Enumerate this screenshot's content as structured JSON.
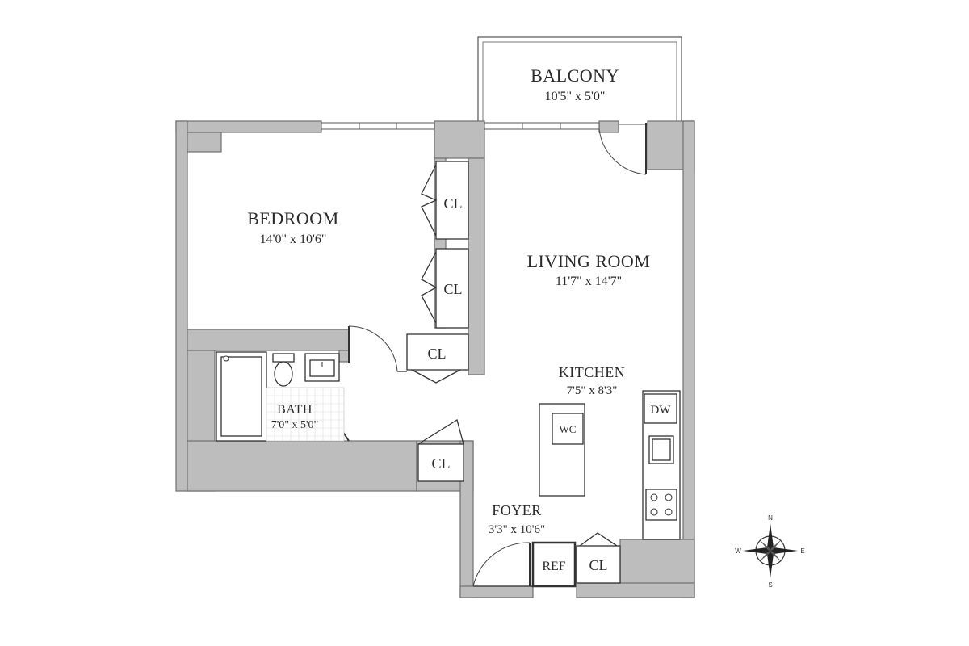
{
  "rooms": {
    "balcony": {
      "name": "BALCONY",
      "dims": "10'5\" x 5'0\""
    },
    "bedroom": {
      "name": "BEDROOM",
      "dims": "14'0\" x 10'6\""
    },
    "living_room": {
      "name": "LIVING ROOM",
      "dims": "11'7\" x 14'7\""
    },
    "kitchen": {
      "name": "KITCHEN",
      "dims": "7'5\" x 8'3\""
    },
    "bath": {
      "name": "BATH",
      "dims": "7'0\" x 5'0\""
    },
    "foyer": {
      "name": "FOYER",
      "dims": "3'3\" x 10'6\""
    }
  },
  "fixtures": {
    "closet_1": "CL",
    "closet_2": "CL",
    "closet_3": "CL",
    "closet_4": "CL",
    "closet_5": "CL",
    "washer": "WC",
    "dishwasher": "DW",
    "refrigerator": "REF"
  },
  "compass": {
    "north": "N",
    "south": "S",
    "east": "E",
    "west": "W"
  },
  "colors": {
    "wall": "#bdbdbd",
    "line": "#333333",
    "background": "#ffffff"
  }
}
